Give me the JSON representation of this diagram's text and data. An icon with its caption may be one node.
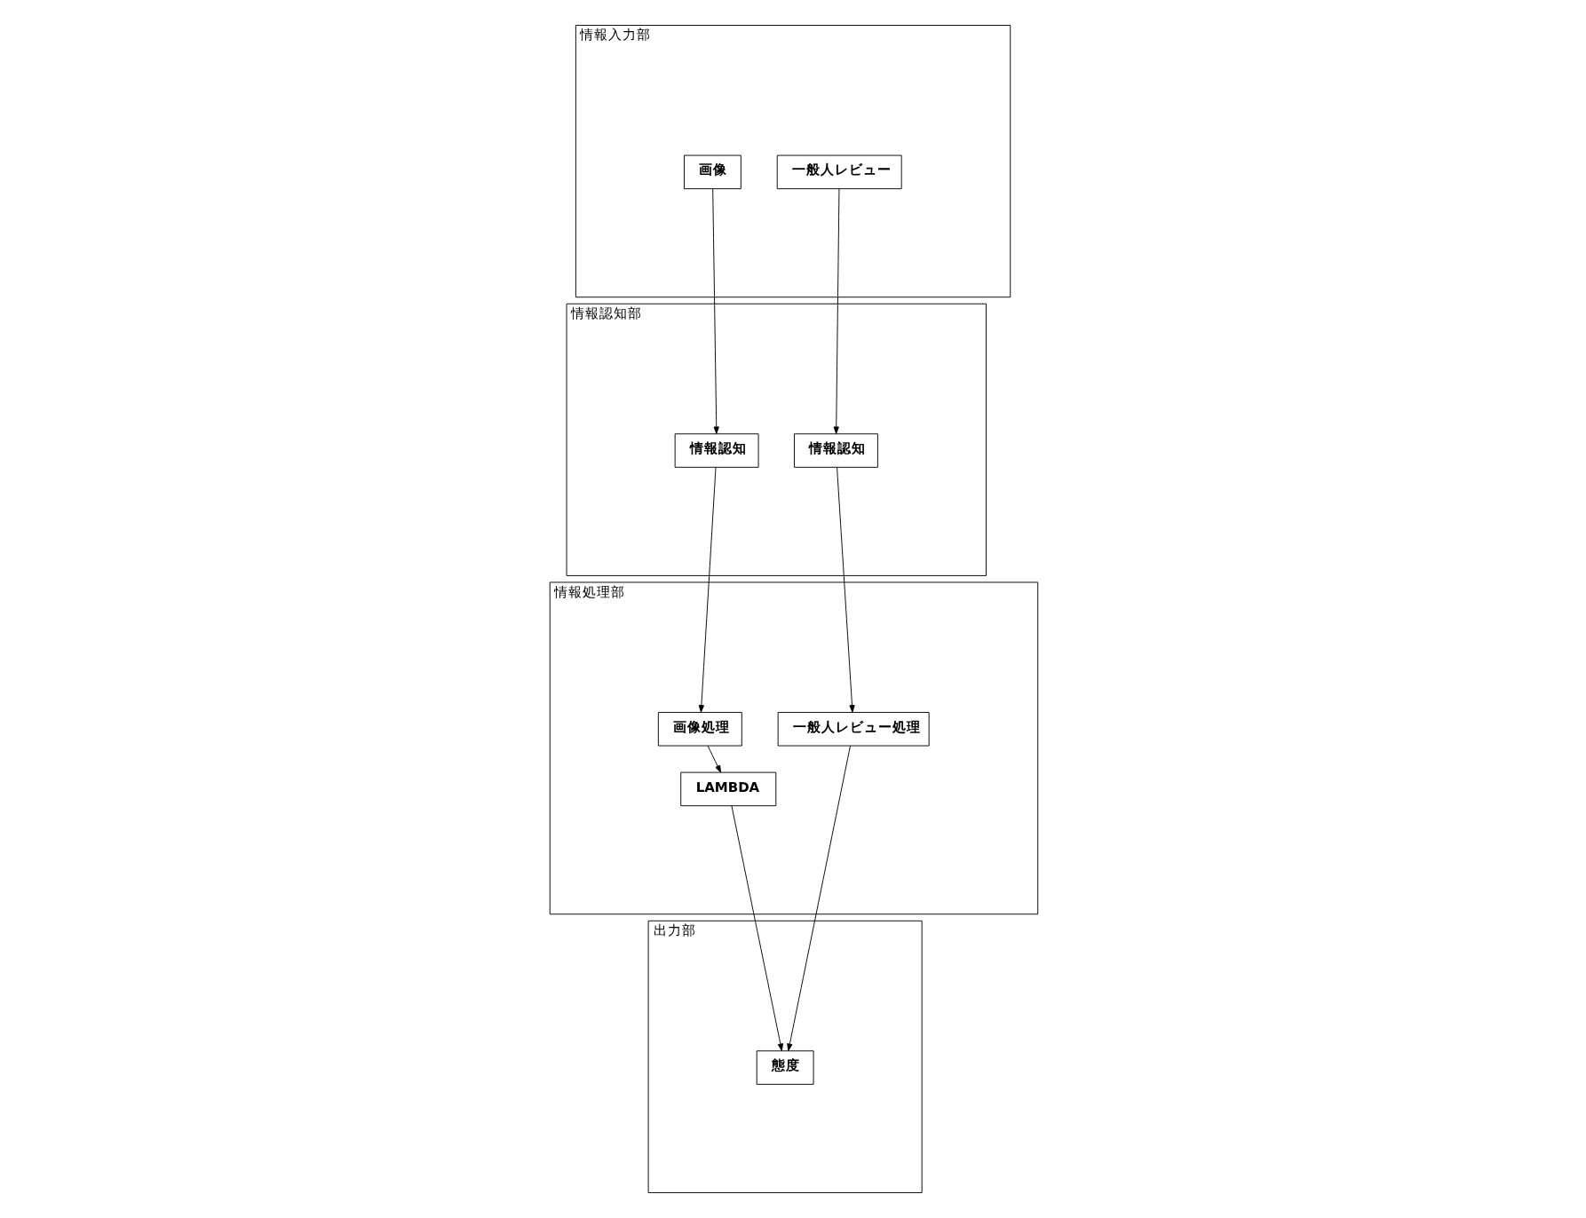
{
  "diagram": {
    "nodes": [
      {
        "text": [
          "情報入力部"
        ]
      },
      {
        "text": [
          "画像"
        ],
        "in": 0
      },
      {
        "text": [
          "一般人レビュー"
        ],
        "in": 0
      },
      {
        "text": [
          "情報認知部"
        ]
      },
      {
        "text": [
          "情報認知"
        ],
        "in": 3
      },
      {
        "text": [
          "情報認知"
        ],
        "in": 3
      },
      {
        "text": [
          "情報処理部"
        ]
      },
      {
        "text": [
          "画像処理"
        ],
        "in": 6
      },
      {
        "text": [
          "一般人レビュー処理"
        ],
        "in": 6
      },
      {
        "text": [
          "LAMBDA"
        ],
        "in": 6
      },
      {
        "text": [
          "出力部"
        ]
      },
      {
        "text": [
          "態度"
        ],
        "in": 10
      }
    ],
    "edges": [
      {
        "from": 1,
        "to": 4,
        "arrow": "to"
      },
      {
        "from": 2,
        "to": 5,
        "arrow": "to"
      },
      {
        "from": 4,
        "to": 7,
        "arrow": "to"
      },
      {
        "from": 5,
        "to": 8,
        "arrow": "to"
      },
      {
        "from": 7,
        "to": 9,
        "arrow": "to"
      },
      {
        "from": 9,
        "to": 11,
        "arrow": "to"
      },
      {
        "from": 8,
        "to": 11,
        "arrow": "to"
      }
    ]
  }
}
